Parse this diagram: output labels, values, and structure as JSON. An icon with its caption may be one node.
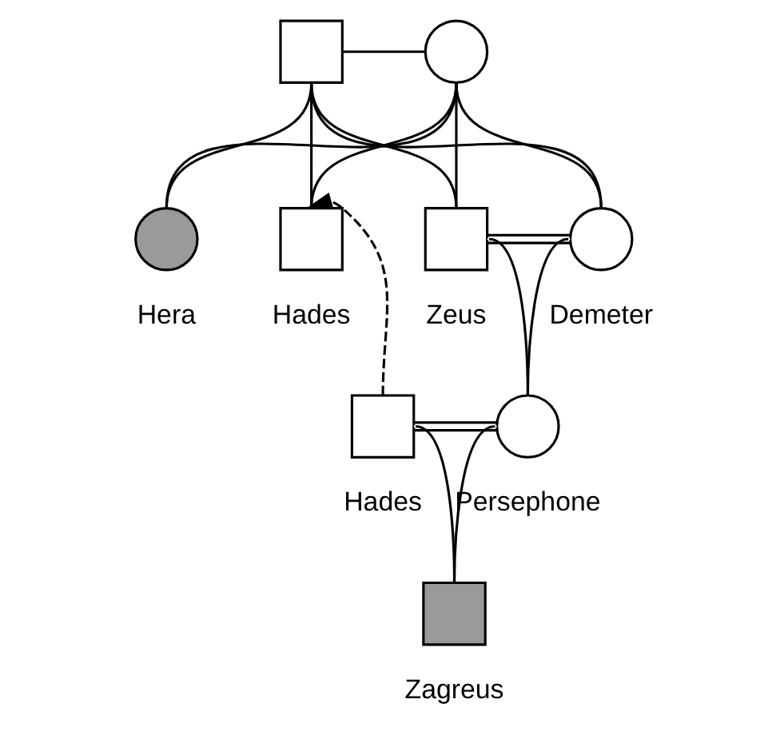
{
  "diagram": {
    "nodes": [
      {
        "text": [],
        "shape": "box"
      },
      {
        "text": [],
        "shape": "circle"
      },
      {
        "text": [],
        "shape": "circle",
        "beside": [
          "Hera"
        ]
      },
      {
        "text": [],
        "shape": "box",
        "beside": [
          "Hades"
        ]
      },
      {
        "text": [],
        "shape": "box",
        "beside": [
          "Zeus"
        ]
      },
      {
        "text": [],
        "shape": "circle",
        "beside": [
          "Demeter"
        ]
      },
      {
        "text": [],
        "shape": "box",
        "beside": [
          "Hades"
        ]
      },
      {
        "text": [],
        "shape": "circle",
        "beside": [
          "Persephone"
        ]
      },
      {
        "text": [],
        "shape": "box",
        "beside": [
          "Zagreus"
        ]
      }
    ],
    "edges": [
      {
        "from": 0,
        "to": 1,
        "arrow": "none"
      },
      {
        "from": 0,
        "to": 2,
        "arrow": "none"
      },
      {
        "from": 1,
        "to": 2,
        "arrow": "none"
      },
      {
        "from": 0,
        "to": 3,
        "arrow": "none"
      },
      {
        "from": 1,
        "to": 3,
        "arrow": "none"
      },
      {
        "from": 0,
        "to": 4,
        "arrow": "none"
      },
      {
        "from": 1,
        "to": 4,
        "arrow": "none"
      },
      {
        "from": 0,
        "to": 5,
        "arrow": "none"
      },
      {
        "from": 1,
        "to": 5,
        "arrow": "none"
      },
      {
        "from": 4,
        "to": 5,
        "arrow": "none"
      },
      {
        "from": 4,
        "to": 7,
        "arrow": "none"
      },
      {
        "from": 5,
        "to": 7,
        "arrow": "none"
      },
      {
        "from": 6,
        "to": 7,
        "arrow": "none"
      },
      {
        "from": 6,
        "to": 8,
        "arrow": "none"
      },
      {
        "from": 7,
        "to": 8,
        "arrow": "none"
      },
      {
        "from": 6,
        "to": 3,
        "arrow": "to",
        "style": "dashed"
      }
    ]
  }
}
